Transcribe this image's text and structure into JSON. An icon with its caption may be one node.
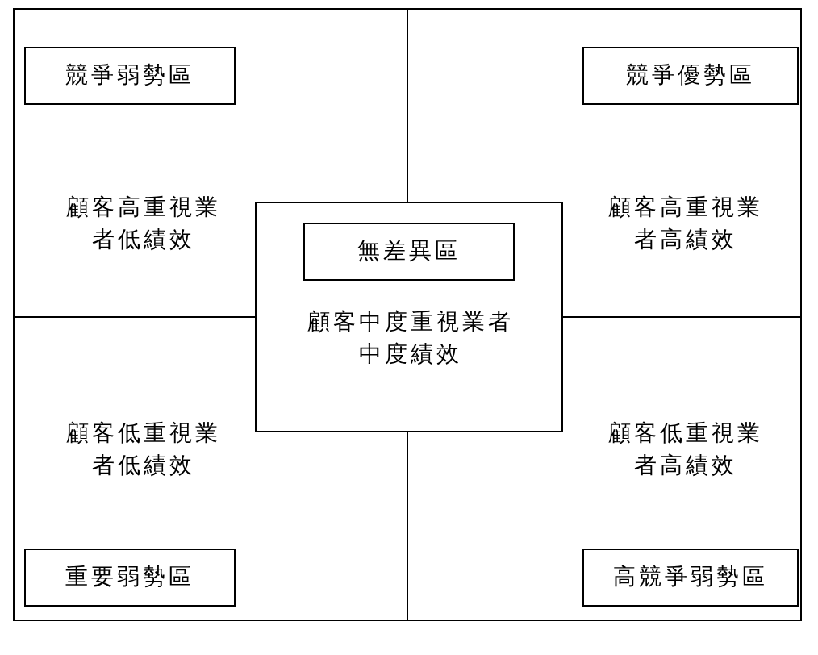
{
  "diagram": {
    "nodes": [
      {
        "text": [
          "顧客高重視業者低績效"
        ]
      },
      {
        "text": [
          "競爭弱勢區"
        ],
        "in": 0
      },
      {
        "text": [
          "顧客高重視業者高績效"
        ]
      },
      {
        "text": [
          "競爭優勢區"
        ],
        "in": 2
      },
      {
        "text": [
          "顧客中度重視業者中度績效"
        ]
      },
      {
        "text": [
          "無差異區"
        ],
        "in": 4
      },
      {
        "text": [
          "顧客低重視業者低績效"
        ]
      },
      {
        "text": [
          "重要弱勢區"
        ],
        "in": 6
      },
      {
        "text": [
          "顧客低重視業者高績效"
        ]
      },
      {
        "text": [
          "高競爭弱勢區"
        ],
        "in": 8
      }
    ]
  }
}
